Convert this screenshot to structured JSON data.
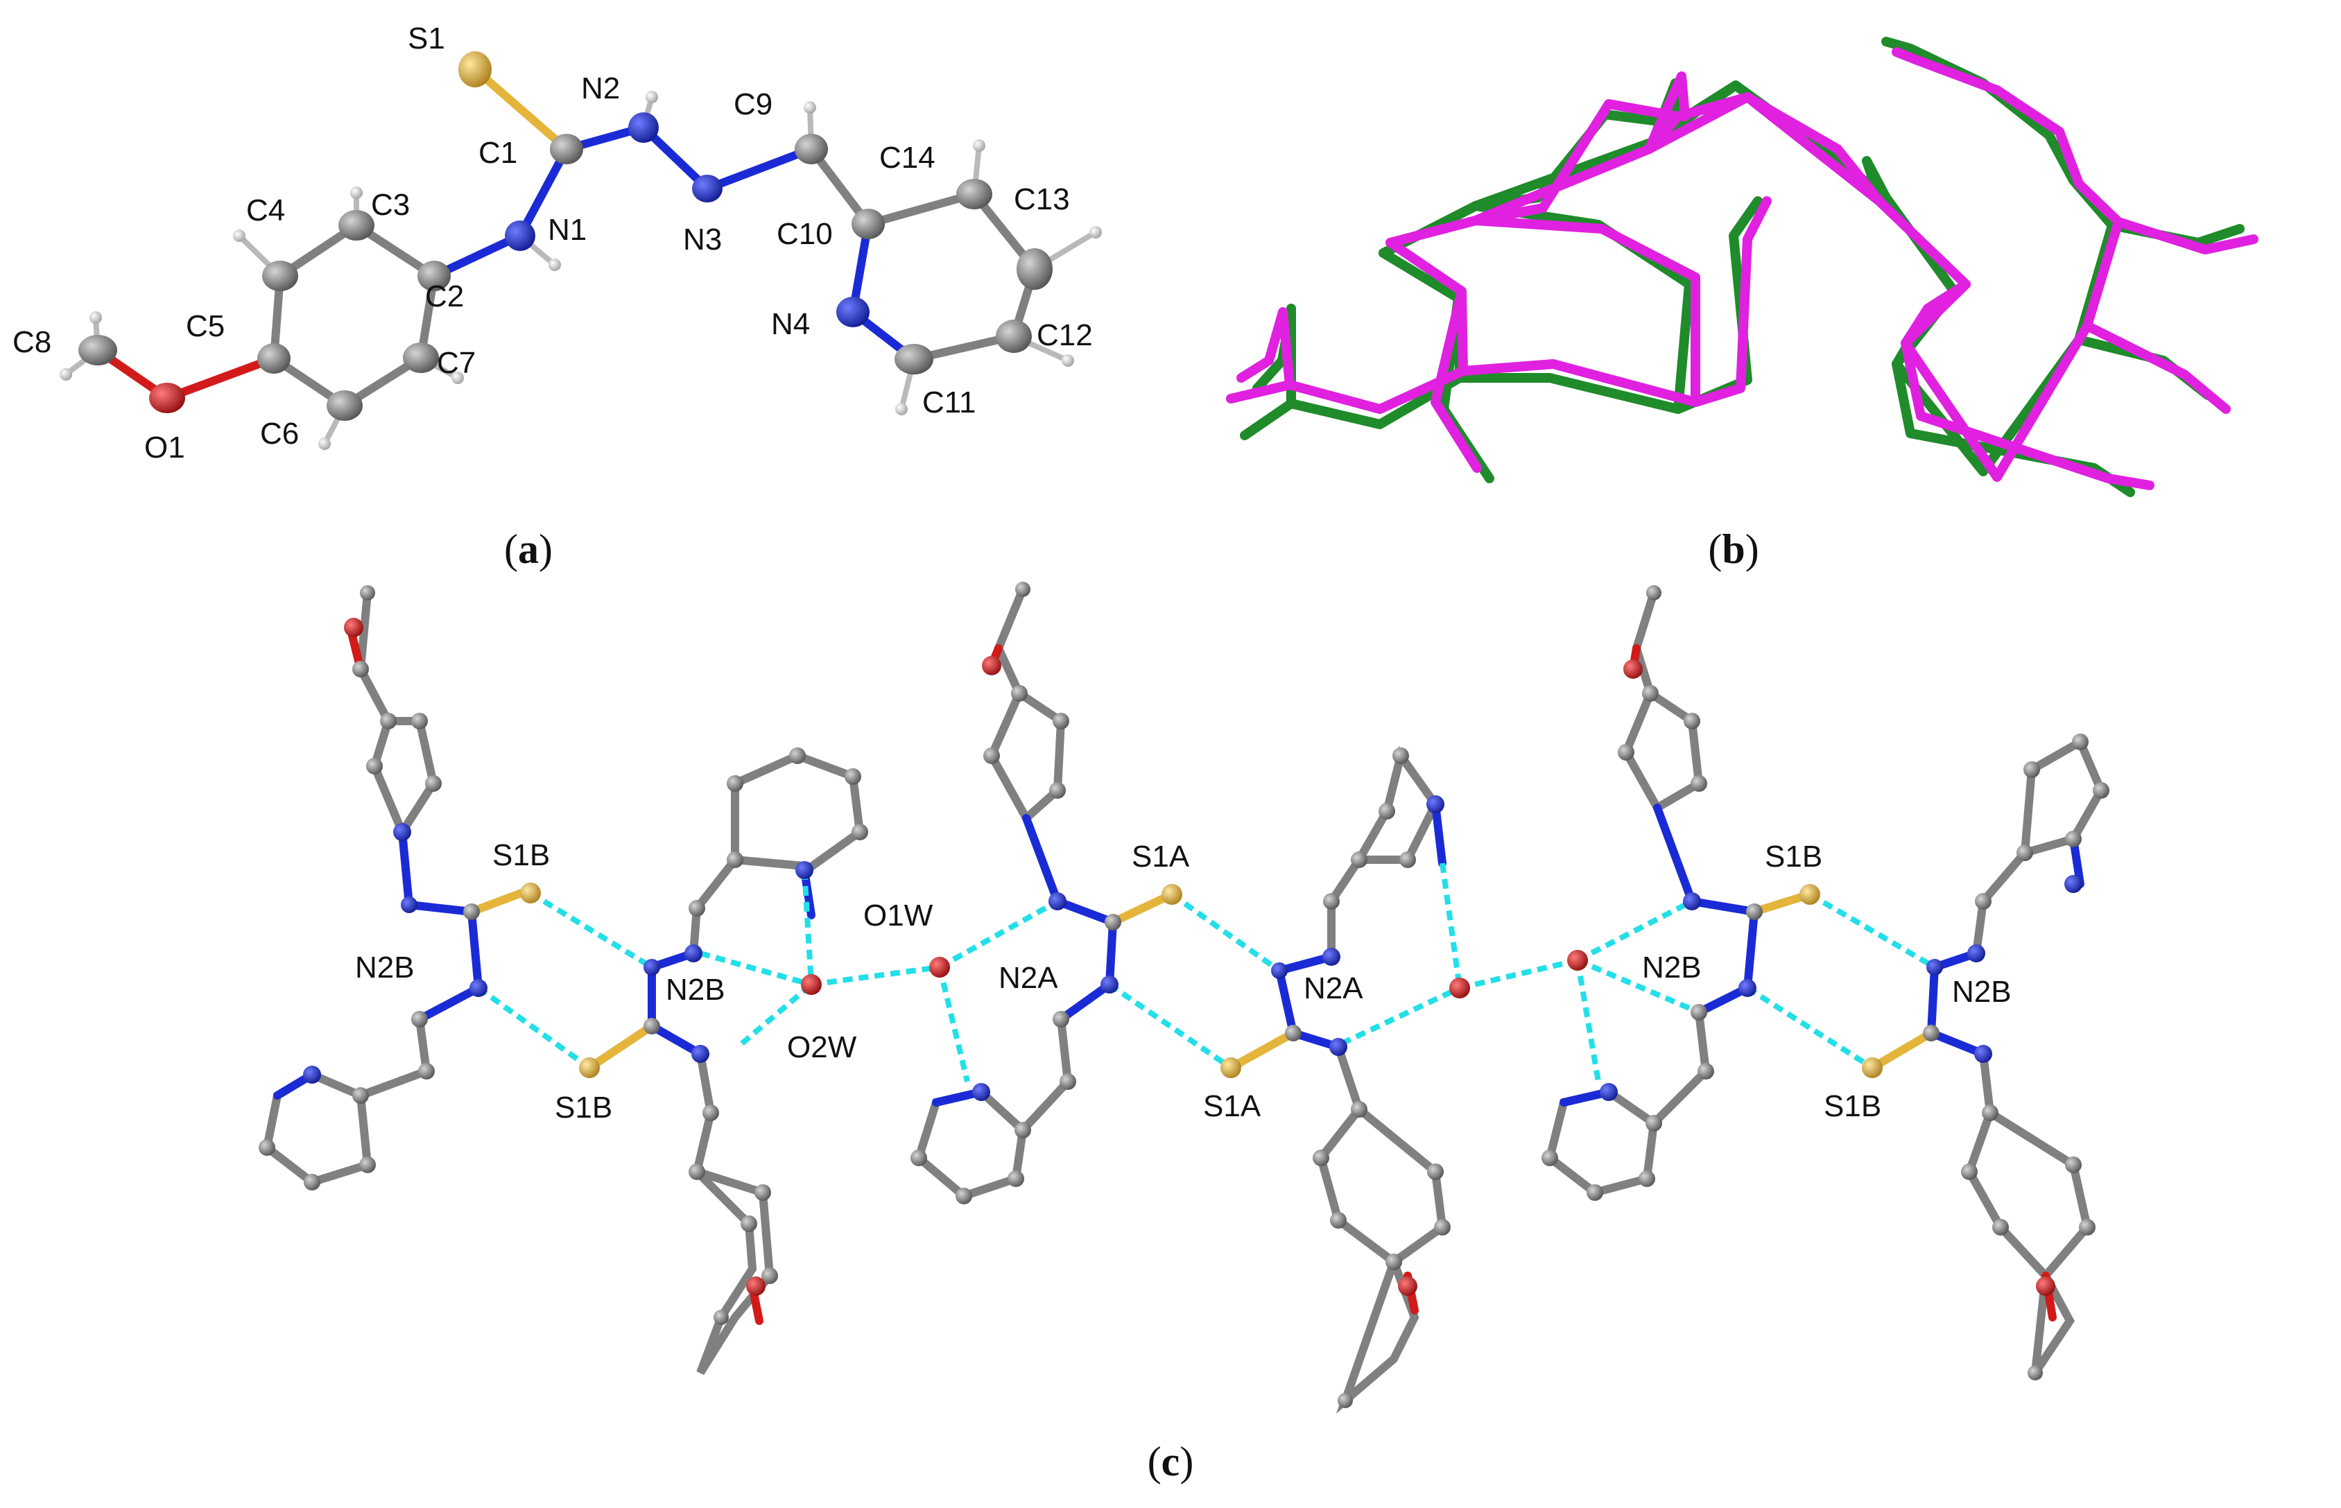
{
  "panels": {
    "a": {
      "caption_open": "(",
      "caption_letter": "a",
      "caption_close": ")",
      "labels": [
        "S1",
        "N2",
        "C9",
        "C1",
        "C14",
        "C4",
        "C3",
        "N1",
        "N3",
        "C10",
        "C13",
        "C5",
        "C2",
        "C8",
        "N4",
        "C12",
        "C7",
        "C6",
        "O1",
        "C11"
      ]
    },
    "b": {
      "caption_open": "(",
      "caption_letter": "b",
      "caption_close": ")",
      "overlay_colors": [
        "#1f8b2a",
        "#e021e0"
      ]
    },
    "c": {
      "caption_open": "(",
      "caption_letter": "c",
      "caption_close": ")",
      "labels": [
        "S1B",
        "N2B",
        "N2B",
        "O1W",
        "O2W",
        "S1B",
        "N2A",
        "S1A",
        "N2A",
        "S1A",
        "N2B",
        "S1B",
        "N2B",
        "S1B"
      ],
      "hbond_color": "#22dfe8"
    }
  },
  "colors": {
    "carbon": "#7a7a7a",
    "nitrogen": "#1a2bd6",
    "oxygen": "#d21a1a",
    "sulfur": "#e4b53a",
    "hydrogen": "#c8c8c8"
  }
}
